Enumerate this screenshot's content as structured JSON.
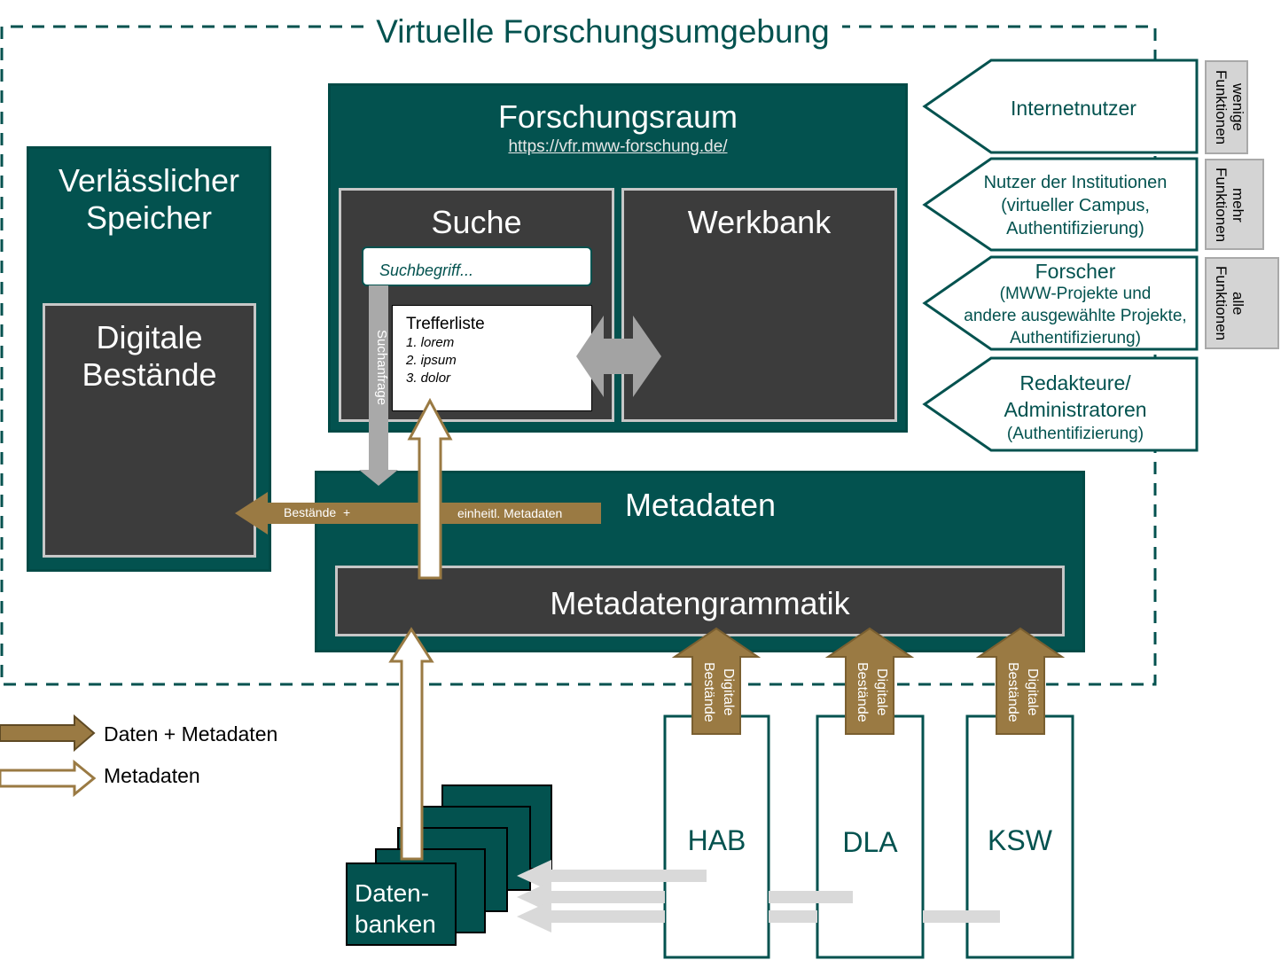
{
  "colors": {
    "teal": "#03524f",
    "dark_grey": "#3c3c3c",
    "gold": "#9a7a43",
    "light_grey": "#d4d4d4",
    "arrow_grey": "#a9a9a9"
  },
  "environment": {
    "title": "Virtuelle Forschungsumgebung"
  },
  "storage": {
    "title_line1": "Verlässlicher",
    "title_line2": "Speicher",
    "inner_line1": "Digitale",
    "inner_line2": "Bestände"
  },
  "research_room": {
    "title": "Forschungsraum",
    "url": "https://vfr.mww-forschung.de/",
    "search": {
      "title": "Suche",
      "placeholder": "Suchbegriff..."
    },
    "workbench": {
      "title": "Werkbank"
    },
    "results": {
      "title": "Trefferliste",
      "items": [
        "1. lorem",
        "2. ipsum",
        "3. dolor"
      ]
    }
  },
  "metadata": {
    "title": "Metadaten",
    "grammar": "Metadatengrammatik"
  },
  "arrows": {
    "search_query": "Suchanfrage",
    "holdings_left": "Bestände  +",
    "holdings_right": "einheitl. Metadaten",
    "digital_holdings_line1": "Digitale",
    "digital_holdings_line2": "Bestände"
  },
  "users": [
    {
      "name": "Internetnutzer",
      "detail": "",
      "level": [
        "wenige",
        "Funktionen"
      ]
    },
    {
      "name": "Nutzer der Institutionen",
      "detail_line1": "(virtueller Campus,",
      "detail_line2": "Authentifizierung)",
      "level": [
        "mehr",
        "Funktionen"
      ]
    },
    {
      "name": "Forscher",
      "detail_line1": "(MWW-Projekte und",
      "detail_line2": "andere ausgewählte Projekte,",
      "detail_line3": "Authentifizierung)",
      "level": [
        "alle",
        "Funktionen"
      ]
    },
    {
      "name_line1": "Redakteure/",
      "name_line2": "Administratoren",
      "detail_line1": "(Authentifizierung)"
    }
  ],
  "legend": {
    "data_metadata": "Daten + Metadaten",
    "metadata": "Metadaten"
  },
  "sources": {
    "databases_line1": "Daten-",
    "databases_line2": "banken",
    "hab": "HAB",
    "dla": "DLA",
    "ksw": "KSW"
  }
}
